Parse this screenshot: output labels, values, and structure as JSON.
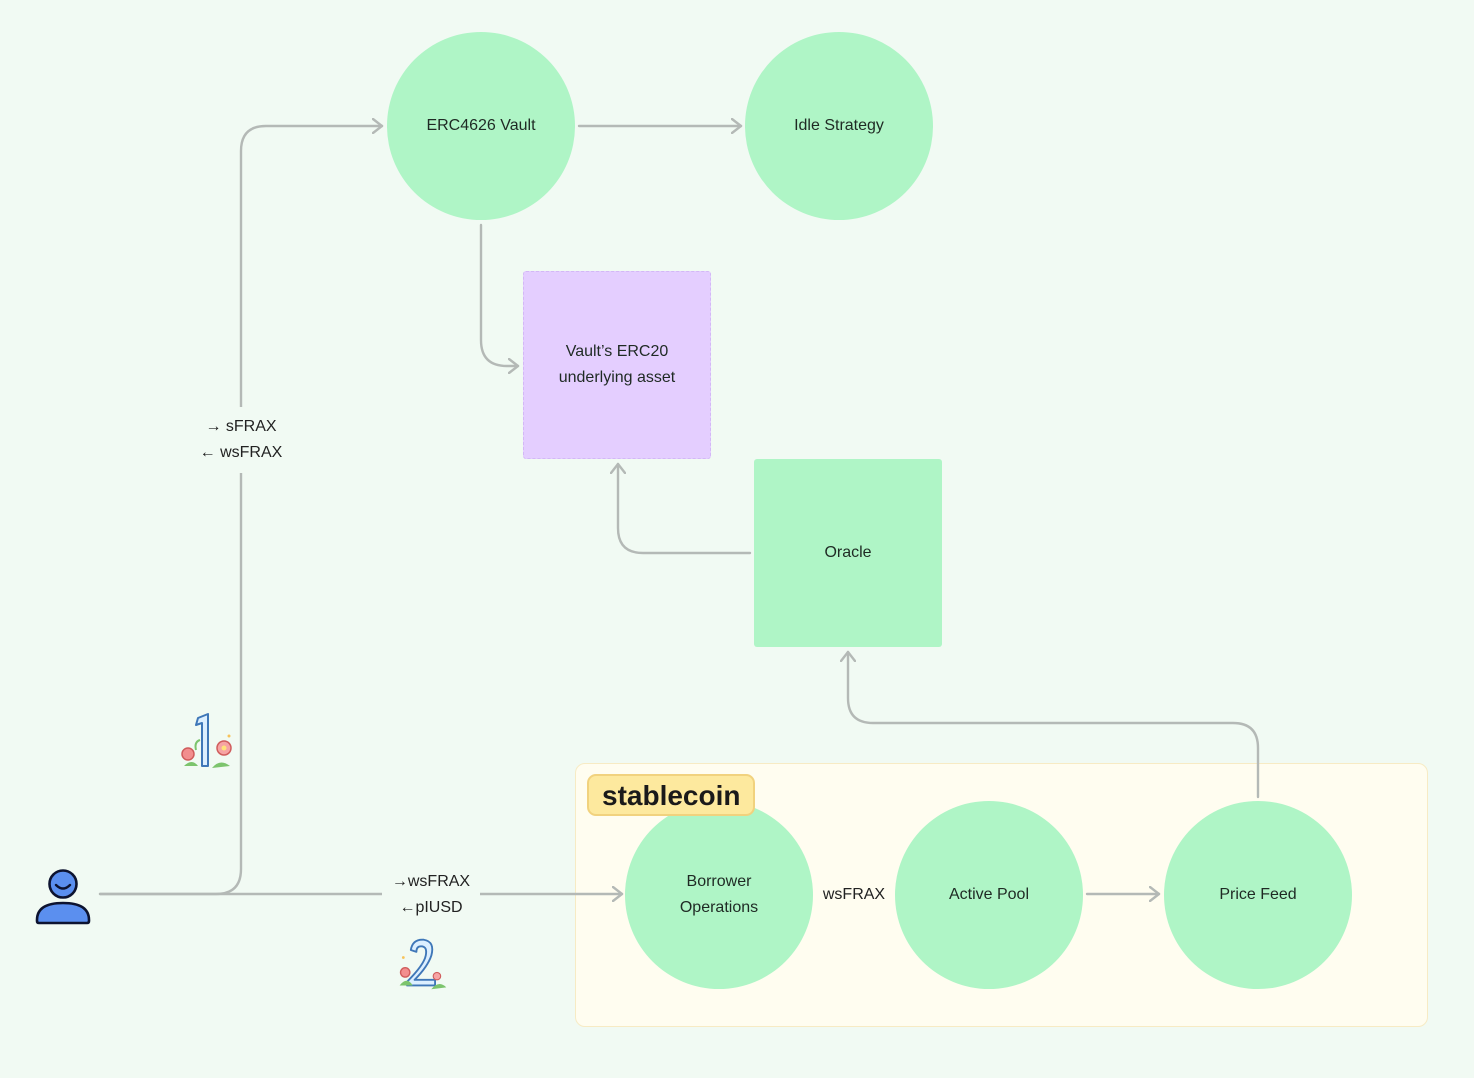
{
  "nodes": {
    "vault": "ERC4626 Vault",
    "idle": "Idle Strategy",
    "underlying_line1": "Vault’s ERC20",
    "underlying_line2": "underlying asset",
    "oracle": "Oracle",
    "borrower_line1": "Borrower",
    "borrower_line2": "Operations",
    "active_pool": "Active Pool",
    "price_feed": "Price Feed"
  },
  "group": {
    "label": "stablecoin"
  },
  "edge_labels": {
    "flow1_line1": "→ sFRAX",
    "flow1_line2": "← wsFRAX",
    "flow2_line1": "→wsFRAX",
    "flow2_line2": "←pIUSD",
    "borrower_to_pool": "wsFRAX"
  },
  "steps": {
    "one": "1",
    "two": "2"
  },
  "icons": {
    "user": "user-icon",
    "step_one": "number-one-flower-icon",
    "step_two": "number-two-flower-icon"
  },
  "colors": {
    "background": "#f1faf3",
    "node_green": "#aff5c6",
    "node_purple": "#e4ceff",
    "group_fill": "#fffdf0",
    "group_tag": "#fde99e",
    "edge": "#b4b9b6",
    "user": "#5b8fef"
  }
}
